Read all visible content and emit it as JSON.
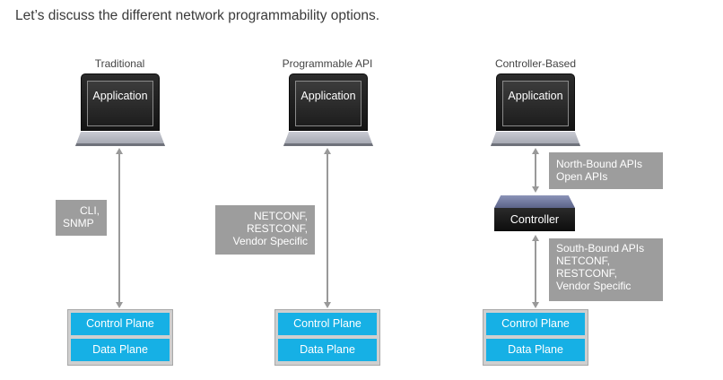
{
  "intro": "Let’s discuss the different network programmability options.",
  "columns": [
    {
      "title": "Traditional",
      "app_label": "Application",
      "side_label": [
        "CLI,",
        "SNMP"
      ],
      "planes": [
        "Control Plane",
        "Data Plane"
      ]
    },
    {
      "title": "Programmable API",
      "app_label": "Application",
      "side_label": [
        "NETCONF,",
        "RESTCONF,",
        "Vendor Specific"
      ],
      "planes": [
        "Control Plane",
        "Data Plane"
      ]
    },
    {
      "title": "Controller-Based",
      "app_label": "Application",
      "controller_label": "Controller",
      "north_label": [
        "North-Bound APIs",
        "Open APIs"
      ],
      "south_label": [
        "South-Bound APIs",
        "NETCONF,",
        "RESTCONF,",
        "Vendor Specific"
      ],
      "planes": [
        "Control Plane",
        "Data Plane"
      ]
    }
  ],
  "colors": {
    "plane": "#16b0e5",
    "label_box": "#9d9d9d",
    "arrow": "#999999",
    "planes_frame": "#cfcfcf"
  },
  "icons": [
    "laptop-icon",
    "controller-icon"
  ]
}
